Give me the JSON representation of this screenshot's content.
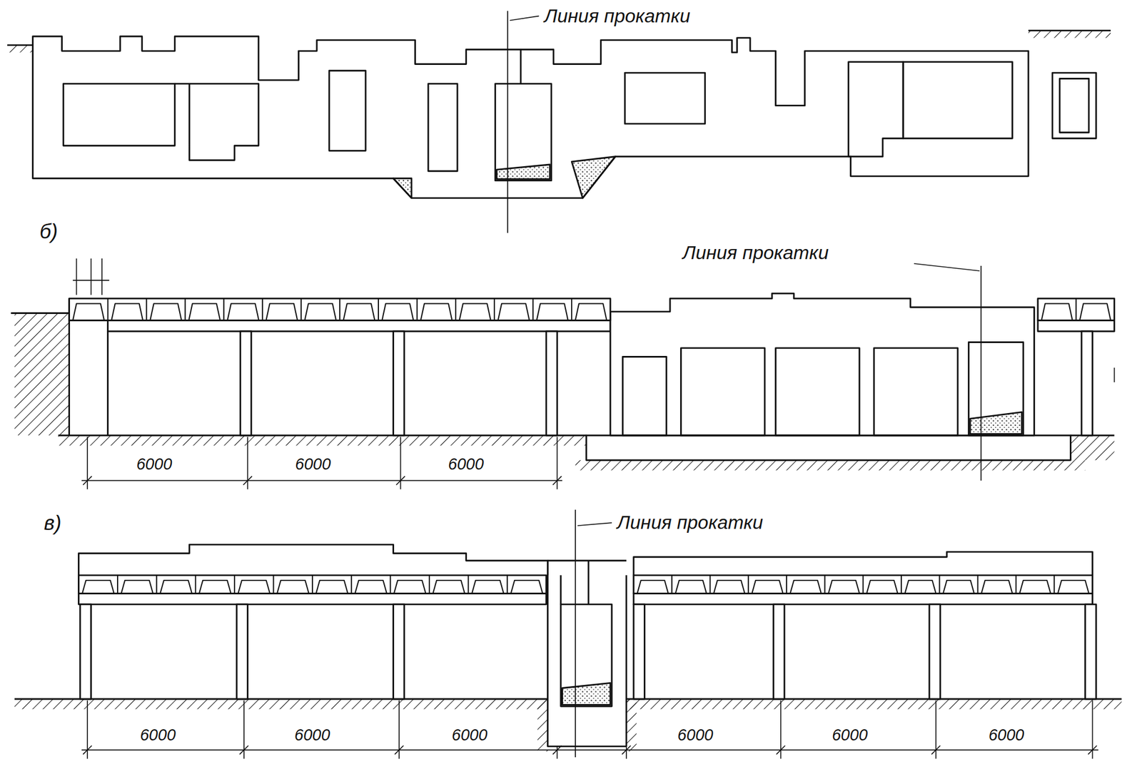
{
  "diagram": {
    "labels": [
      "Линия прокатки",
      "б)",
      "Линия прокатки",
      "6000",
      "6000",
      "6000",
      "в)",
      "Линия прокатки",
      "6000",
      "6000",
      "6000",
      "6000",
      "6000",
      "6000"
    ]
  }
}
